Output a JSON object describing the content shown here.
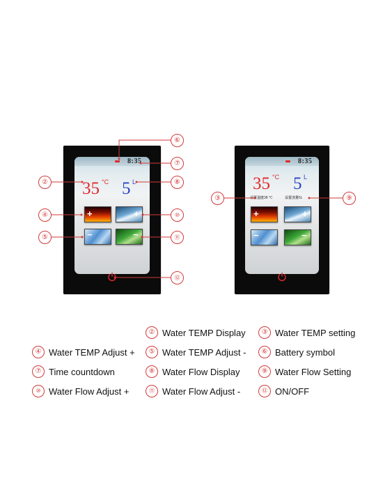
{
  "left_panel": {
    "time": "8:35",
    "temp_value": "35",
    "temp_unit": "°C",
    "flow_value": "5",
    "flow_unit": "L",
    "plus_sign": "+",
    "minus_sign": "−"
  },
  "right_panel": {
    "time": "8:35",
    "temp_value": "35",
    "temp_unit": "°C",
    "flow_value": "5",
    "flow_unit": "L",
    "temp_setting_text": "设置温度38 ℃",
    "flow_setting_text": "设置流量5L",
    "plus_sign": "+",
    "minus_sign": "−"
  },
  "callouts": {
    "n2": "②",
    "n3": "③",
    "n4": "④",
    "n5": "⑤",
    "n6": "⑥",
    "n7": "⑦",
    "n8": "⑧",
    "n9": "⑨",
    "n10": "⑩",
    "n11": "⑪",
    "n12": "⑫"
  },
  "legend": [
    {
      "num": "②",
      "label": "Water TEMP Display"
    },
    {
      "num": "③",
      "label": "Water TEMP setting"
    },
    {
      "num": "④",
      "label": "Water TEMP Adjust +"
    },
    {
      "num": "⑤",
      "label": "Water TEMP Adjust -"
    },
    {
      "num": "⑥",
      "label": "Battery symbol"
    },
    {
      "num": "⑦",
      "label": "Time countdown"
    },
    {
      "num": "⑧",
      "label": "Water Flow Display"
    },
    {
      "num": "⑨",
      "label": "Water Flow Setting"
    },
    {
      "num": "⑩",
      "label": "Water Flow Adjust +"
    },
    {
      "num": "⑪",
      "label": "Water Flow Adjust -"
    },
    {
      "num": "⑫",
      "label": "ON/OFF"
    }
  ],
  "colors": {
    "callout_red": "#d23a3a",
    "temp_red": "#e0282e",
    "flow_blue": "#2b44c9",
    "panel_black": "#0b0b0b"
  }
}
